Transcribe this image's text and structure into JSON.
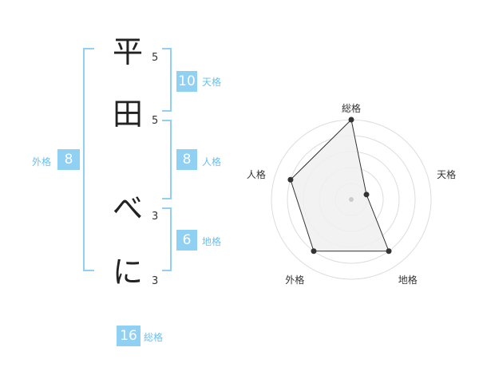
{
  "name": {
    "characters": [
      {
        "char": "平",
        "strokes": "5"
      },
      {
        "char": "田",
        "strokes": "5"
      },
      {
        "char": "べ",
        "strokes": "3"
      },
      {
        "char": "に",
        "strokes": "3"
      }
    ]
  },
  "kakusu": {
    "tenkaku": {
      "value": "10",
      "label": "天格"
    },
    "jinkaku": {
      "value": "8",
      "label": "人格"
    },
    "chikaku": {
      "value": "6",
      "label": "地格"
    },
    "gaikaku": {
      "value": "8",
      "label": "外格"
    },
    "soukaku": {
      "value": "16",
      "label": "総格"
    }
  },
  "chart_data": {
    "type": "radar",
    "axes": [
      "総格",
      "天格",
      "地格",
      "外格",
      "人格"
    ],
    "values": [
      5,
      1,
      4,
      4,
      4
    ],
    "max": 5,
    "grid_rings": 5,
    "colors": {
      "fill": "#f0f0f0",
      "stroke": "#333333",
      "grid": "#dddddd",
      "accent": "#8fd0f3"
    }
  }
}
